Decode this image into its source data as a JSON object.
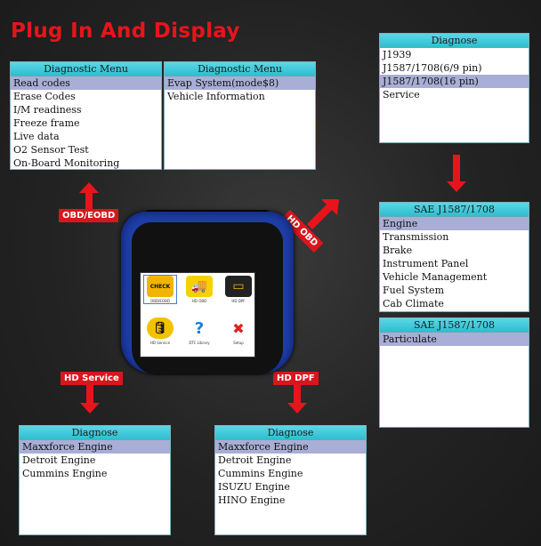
{
  "title": "Plug In And Display",
  "badges": {
    "obd_eobd": "OBD/EOBD",
    "hd_obd": "HD OBD",
    "hd_service": "HD Service",
    "hd_dpf": "HD DPF"
  },
  "diagnostic_menu_1": {
    "header": "Diagnostic Menu",
    "items": [
      "Read codes",
      "Erase Codes",
      "I/M readiness",
      "Freeze frame",
      "Live data",
      "O2 Sensor Test",
      "On-Board Monitoring"
    ]
  },
  "diagnostic_menu_2": {
    "header": "Diagnostic Menu",
    "items": [
      "Evap System(mode$8)",
      "Vehicle Information"
    ]
  },
  "diagnose_top_right": {
    "header": "Diagnose",
    "items": [
      "J1939",
      "J1587/1708(6/9 pin)",
      "J1587/1708(16 pin)",
      "Service"
    ]
  },
  "sae_1": {
    "header": "SAE J1587/1708",
    "items": [
      "Engine",
      "Transmission",
      "Brake",
      "Instrument Panel",
      "Vehicle Management",
      "Fuel System",
      "Cab Climate"
    ]
  },
  "sae_2": {
    "header": "SAE J1587/1708",
    "items": [
      "Particulate"
    ]
  },
  "diagnose_service": {
    "header": "Diagnose",
    "items": [
      "Maxxforce Engine",
      "Detroit Engine",
      "Cummins Engine"
    ]
  },
  "diagnose_dpf": {
    "header": "Diagnose",
    "items": [
      "Maxxforce Engine",
      "Detroit Engine",
      "Cummins Engine",
      "ISUZU Engine",
      "HINO Engine"
    ]
  },
  "device": {
    "apps": [
      {
        "label": "OBD/EOBD",
        "icon": "check-engine-icon",
        "glyph": "CHECK"
      },
      {
        "label": "HD OBD",
        "icon": "truck-icon",
        "glyph": "🚚"
      },
      {
        "label": "HD DPF",
        "icon": "engine-dpf-icon",
        "glyph": "▭"
      },
      {
        "label": "HD Service",
        "icon": "oil-can-icon",
        "glyph": "🛢"
      },
      {
        "label": "DTC Library",
        "icon": "question-icon",
        "glyph": "?"
      },
      {
        "label": "Setup",
        "icon": "tools-icon",
        "glyph": "✖"
      }
    ]
  },
  "colors": {
    "accent_red": "#e8141b",
    "header_cyan": "#3ccbdc",
    "selected_row": "#a9aed6",
    "device_blue": "#1f3fa8"
  }
}
